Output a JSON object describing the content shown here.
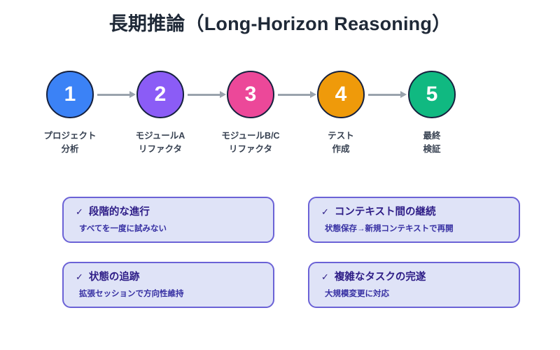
{
  "page": {
    "title": "長期推論（Long-Horizon Reasoning）",
    "background_color": "#ffffff"
  },
  "flow": {
    "connector_color": "#9aa3ad",
    "steps": [
      {
        "number": "1",
        "color": "#3b82f6",
        "label_line1": "プロジェクト",
        "label_line2": "分析"
      },
      {
        "number": "2",
        "color": "#8b5cf6",
        "label_line1": "モジュールA",
        "label_line2": "リファクタ"
      },
      {
        "number": "3",
        "color": "#ec4899",
        "label_line1": "モジュールB/C",
        "label_line2": "リファクタ"
      },
      {
        "number": "4",
        "color": "#ef9a0a",
        "label_line1": "テスト",
        "label_line2": "作成"
      },
      {
        "number": "5",
        "color": "#10b981",
        "label_line1": "最終",
        "label_line2": "検証"
      }
    ]
  },
  "cards": {
    "check_glyph": "✓",
    "fill_color": "#dfe3f7",
    "border_color": "#6b62d6",
    "items": [
      {
        "title": "段階的な進行",
        "subtitle": "すべてを一度に試みない"
      },
      {
        "title": "コンテキスト間の継続",
        "subtitle": "状態保存→新規コンテキストで再開"
      },
      {
        "title": "状態の追跡",
        "subtitle": "拡張セッションで方向性維持"
      },
      {
        "title": "複雑なタスクの完遂",
        "subtitle": "大規模変更に対応"
      }
    ]
  }
}
